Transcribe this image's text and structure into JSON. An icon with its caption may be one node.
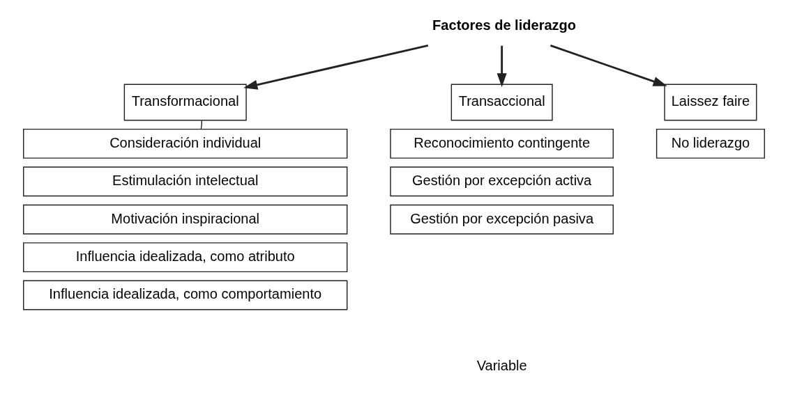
{
  "diagram": {
    "nodes": [
      {
        "text": [
          "Factores de liderazgo"
        ]
      },
      {
        "text": [
          "Transformacional"
        ]
      },
      {
        "text": [
          "Transaccional"
        ]
      },
      {
        "text": [
          "Laissez faire"
        ]
      },
      {
        "text": [
          "Consideración individual"
        ]
      },
      {
        "text": [
          "Estimulación intelectual"
        ]
      },
      {
        "text": [
          "Motivación inspiracional"
        ]
      },
      {
        "text": [
          "Influencia idealizada, como atributo"
        ]
      },
      {
        "text": [
          "Influencia idealizada, como comportamiento"
        ]
      },
      {
        "text": [
          "Reconocimiento contingente"
        ]
      },
      {
        "text": [
          "Gestión por excepción activa"
        ]
      },
      {
        "text": [
          "Gestión por excepción pasiva"
        ]
      },
      {
        "text": [
          "No liderazgo"
        ]
      }
    ],
    "edges": [
      {
        "from": 0,
        "to": 1,
        "arrow": "to"
      },
      {
        "from": 0,
        "to": 2,
        "arrow": "to"
      },
      {
        "from": 0,
        "to": 3,
        "arrow": "to"
      },
      {
        "from": 1,
        "to": 4,
        "arrow": "none"
      }
    ],
    "labels": [
      "Variable"
    ]
  }
}
